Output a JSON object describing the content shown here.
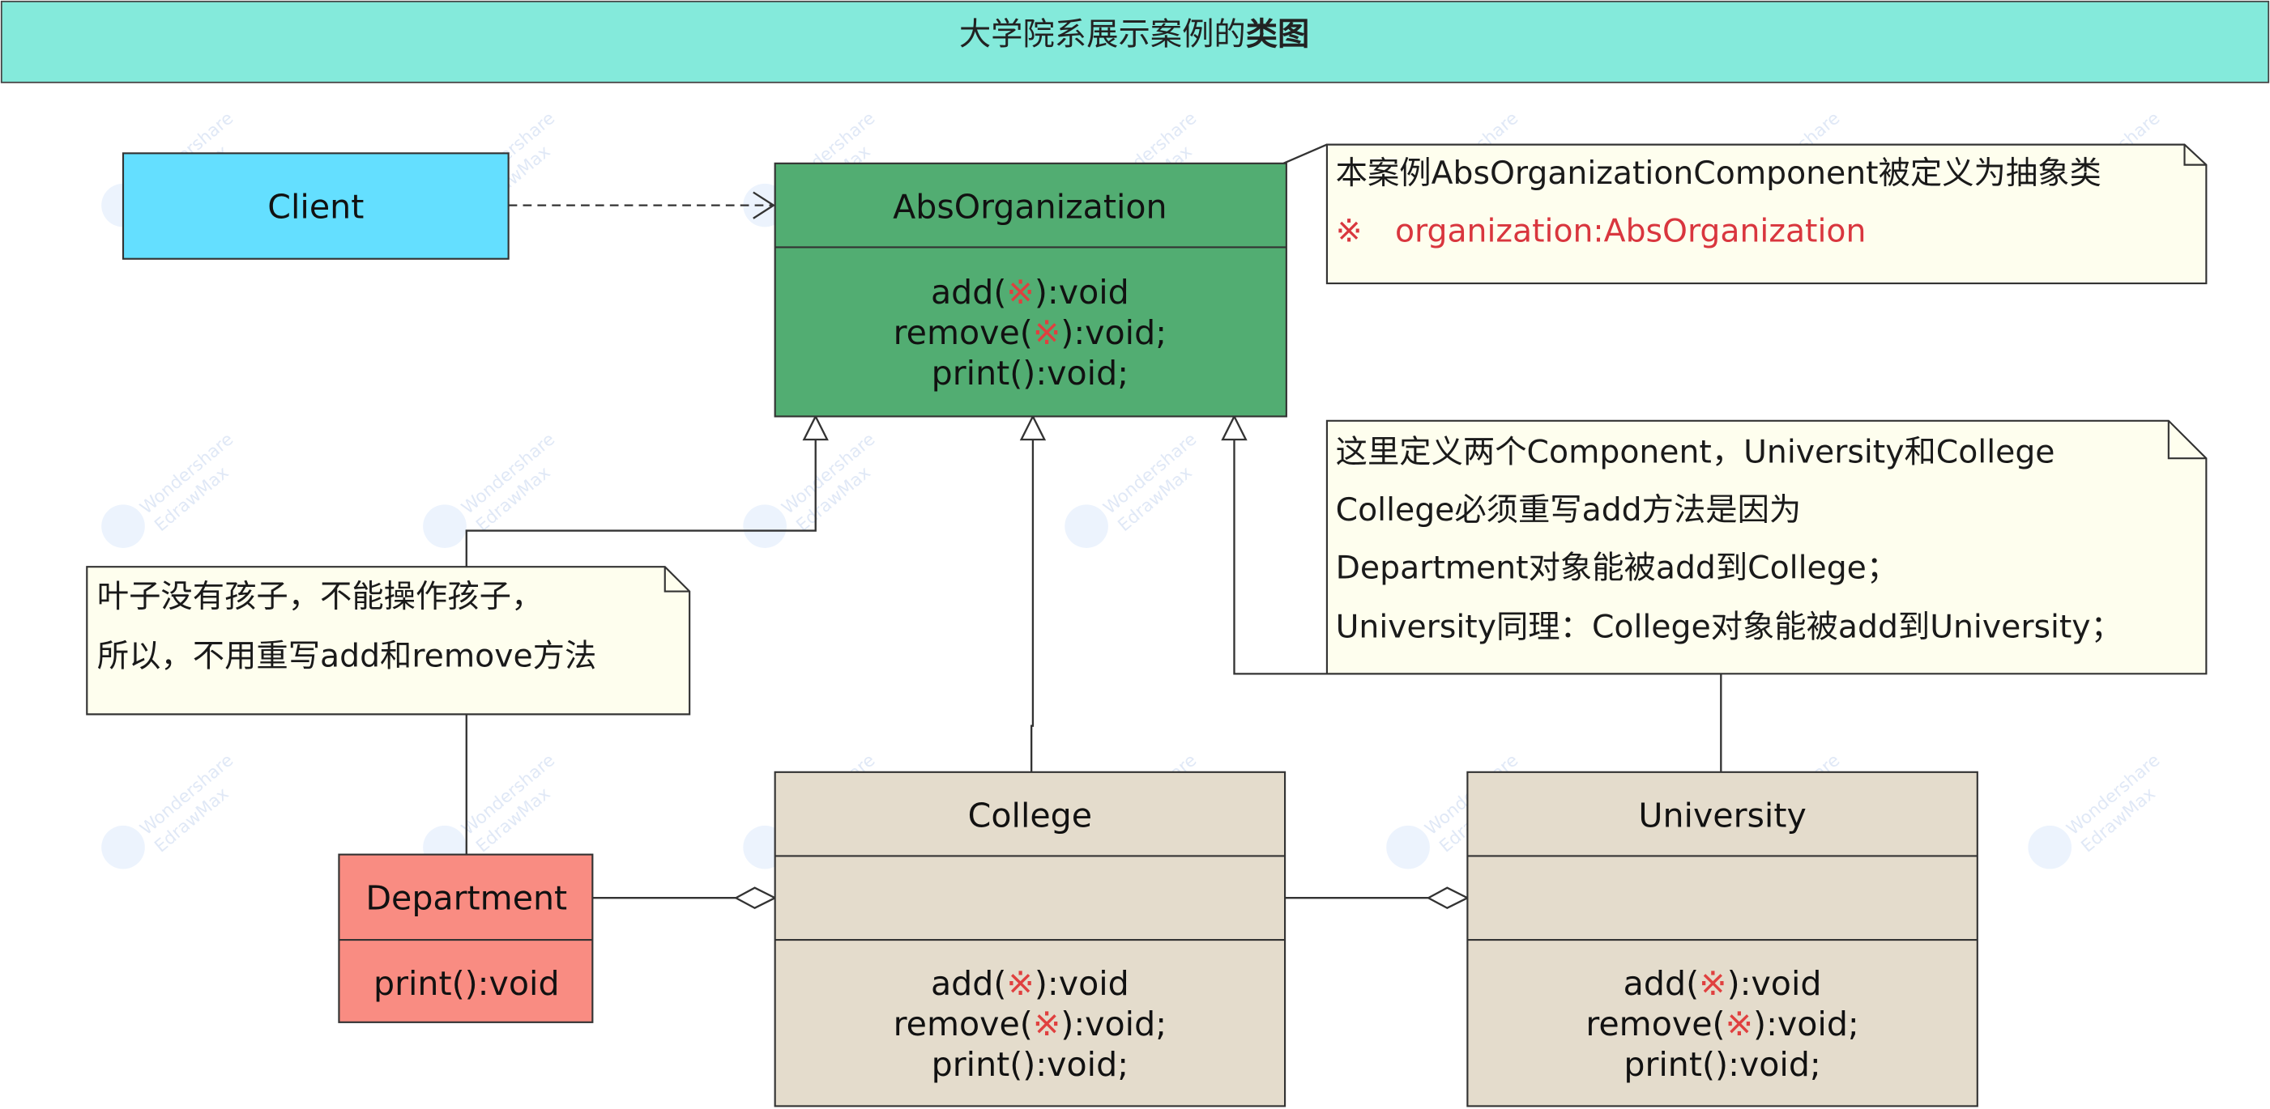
{
  "title": {
    "plain": "大学院系展示案例的",
    "bold": "类图",
    "bg": "#84EADB"
  },
  "colors": {
    "client": "#64DFFF",
    "abstract": "#52AD72",
    "concrete": "#E4DCCC",
    "department": "#F98C82",
    "note": "#FEFEEE",
    "red_mark": "#E0403F"
  },
  "classes": {
    "client": {
      "name": "Client"
    },
    "abs": {
      "name": "AbsOrganization",
      "methods": [
        {
          "pre": "add(",
          "mark": "※",
          "post": "):void"
        },
        {
          "pre": "remove(",
          "mark": "※",
          "post": "):void;"
        },
        {
          "pre": "print():void;",
          "mark": "",
          "post": ""
        }
      ]
    },
    "college": {
      "name": "College",
      "methods": [
        {
          "pre": "add(",
          "mark": "※",
          "post": "):void"
        },
        {
          "pre": "remove(",
          "mark": "※",
          "post": "):void;"
        },
        {
          "pre": "print():void;",
          "mark": "",
          "post": ""
        }
      ]
    },
    "university": {
      "name": "University",
      "methods": [
        {
          "pre": "add(",
          "mark": "※",
          "post": "):void"
        },
        {
          "pre": "remove(",
          "mark": "※",
          "post": "):void;"
        },
        {
          "pre": "print():void;",
          "mark": "",
          "post": ""
        }
      ]
    },
    "department": {
      "name": "Department",
      "methods": [
        "print():void"
      ]
    }
  },
  "notes": {
    "abs_note": {
      "line1": "本案例AbsOrganizationComponent被定义为抽象类",
      "line2_mark": "※",
      "line2_text": "organization:AbsOrganization"
    },
    "composite_note": {
      "lines": [
        "这里定义两个Component，University和College",
        "College必须重写add方法是因为",
        "Department对象能被add到College；",
        "University同理：College对象能被add到University；"
      ]
    },
    "leaf_note": {
      "lines": [
        "叶子没有孩子，不能操作孩子，",
        "所以，不用重写add和remove方法"
      ]
    }
  },
  "watermark": {
    "line1": "Wondershare",
    "line2": "EdrawMax"
  }
}
